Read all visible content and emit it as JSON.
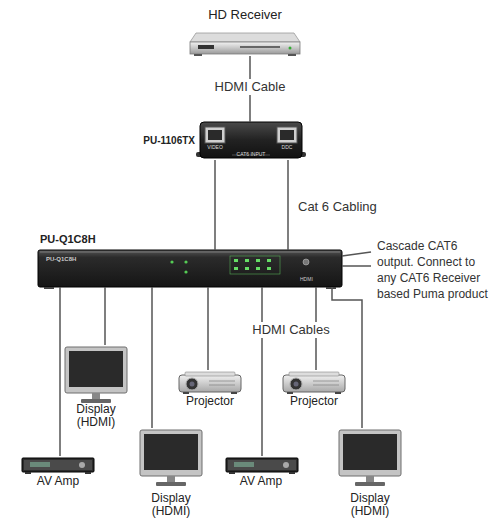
{
  "diagram": {
    "nodes": [
      {
        "text": [
          "HD Receiver"
        ]
      },
      {
        "text": [
          "PU-1106TX",
          "VIDEO",
          "DDC",
          "CAT6 INPUT"
        ]
      },
      {
        "text": [
          "PU-Q1C8H",
          "PU-Q1C8H",
          "HDMI"
        ]
      },
      {
        "text": [
          "AV Amp"
        ]
      },
      {
        "text": [
          "Display (HDMI)"
        ]
      },
      {
        "text": [
          "Display (HDMI)"
        ]
      },
      {
        "text": [
          "Projector"
        ]
      },
      {
        "text": [
          "AV Amp"
        ]
      },
      {
        "text": [
          "Projector"
        ]
      },
      {
        "text": [
          "Display (HDMI)"
        ]
      }
    ],
    "edges": [
      {
        "from": 0,
        "to": 1,
        "label": "HDMI Cable",
        "arrow": "none"
      },
      {
        "from": 1,
        "to": 2,
        "arrow": "none"
      },
      {
        "from": 1,
        "to": 2,
        "label": "Cat 6 Cabling",
        "arrow": "none"
      },
      {
        "from": 2,
        "to": 3,
        "arrow": "none"
      },
      {
        "from": 2,
        "to": 4,
        "arrow": "none"
      },
      {
        "from": 2,
        "to": 5,
        "arrow": "none"
      },
      {
        "from": 2,
        "to": 6,
        "arrow": "none"
      },
      {
        "from": 2,
        "to": 7,
        "arrow": "none"
      },
      {
        "from": 2,
        "to": 8,
        "arrow": "none"
      },
      {
        "from": 2,
        "to": 9,
        "arrow": "none"
      }
    ],
    "labels": [
      "HDMI Cables",
      "Cascade CAT6 output. Connect to any CAT6 Receiver based Puma product"
    ]
  }
}
